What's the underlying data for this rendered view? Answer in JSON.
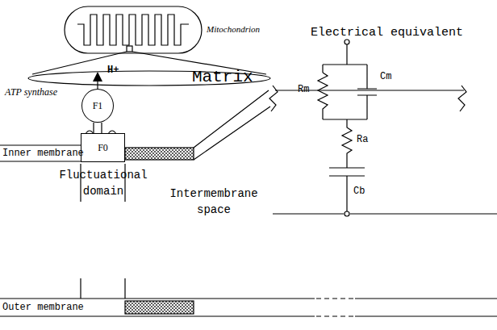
{
  "diagram": {
    "nodes": [
      {
        "text": [
          "F1"
        ]
      },
      {
        "text": [
          "F0"
        ]
      }
    ],
    "labels": [
      "Mitochondrion",
      "Electrical equivalent",
      "H+",
      "ATP synthase",
      "Matrix",
      "Inner membrane",
      "Fluctuational domain",
      "Intermembrane space",
      "Outer membrane",
      "Rm",
      "Cm",
      "Ra",
      "Cb"
    ]
  }
}
